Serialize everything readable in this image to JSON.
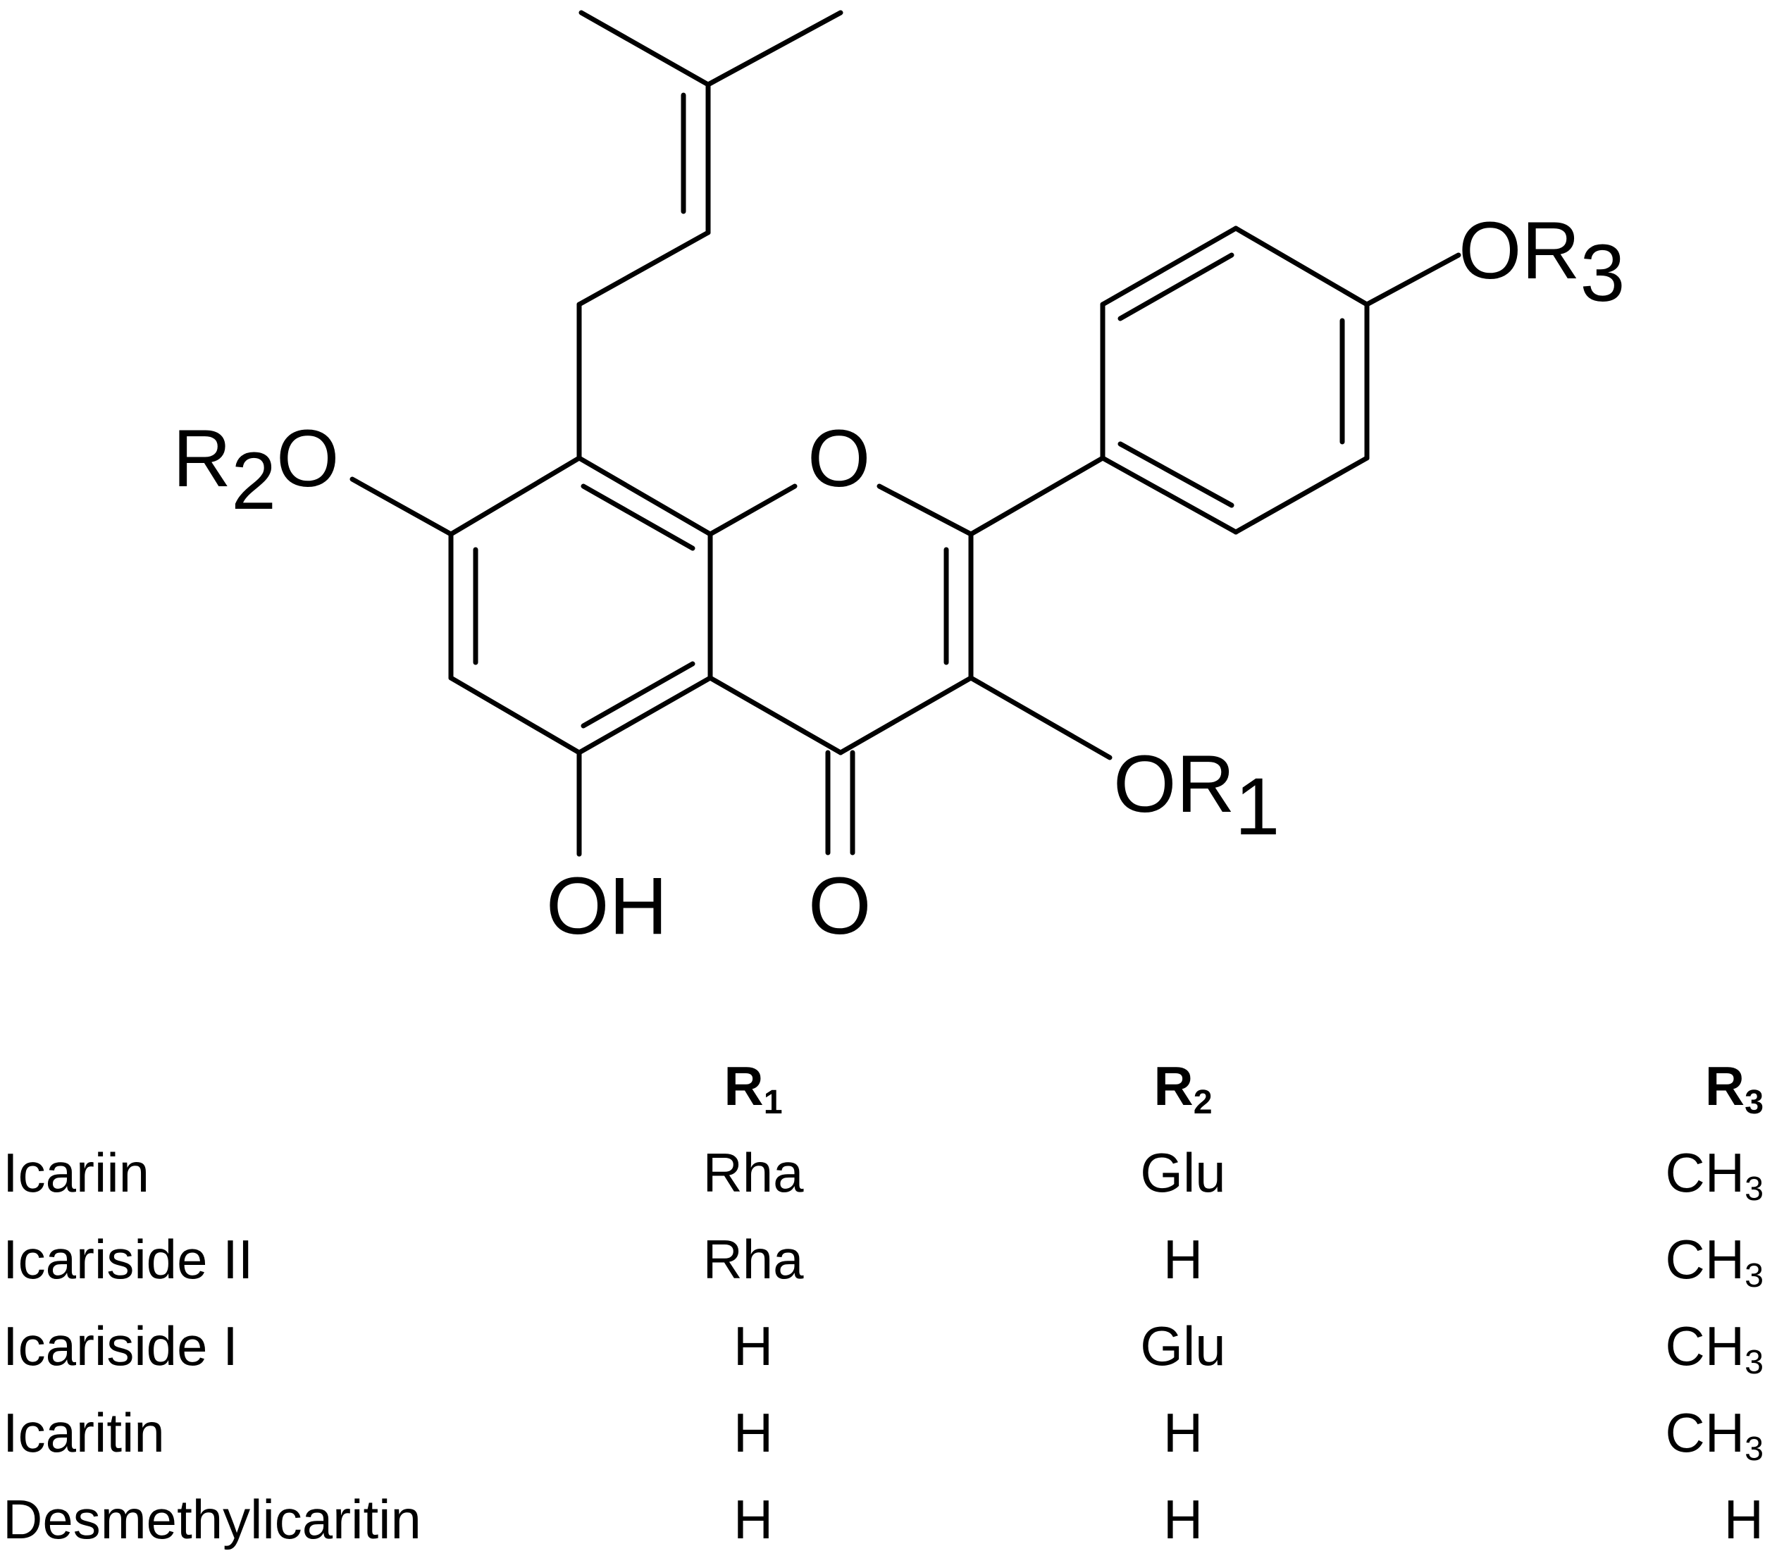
{
  "structure": {
    "labels": {
      "r2o": {
        "main": "R",
        "sub": "2",
        "tail": "O"
      },
      "ring_o": "O",
      "or3": {
        "main": "OR",
        "sub": "3"
      },
      "or1": {
        "main": "OR",
        "sub": "1"
      },
      "oh": "OH",
      "carbonyl_o": "O"
    }
  },
  "table": {
    "headers": [
      {
        "main": "",
        "sub": ""
      },
      {
        "main": "R",
        "sub": "1"
      },
      {
        "main": "R",
        "sub": "2"
      },
      {
        "main": "R",
        "sub": "3"
      }
    ],
    "rows": [
      {
        "name": "Icariin",
        "r1": {
          "main": "Rha",
          "sub": ""
        },
        "r2": {
          "main": "Glu",
          "sub": ""
        },
        "r3": {
          "main": "CH",
          "sub": "3"
        }
      },
      {
        "name": "Icariside II",
        "r1": {
          "main": "Rha",
          "sub": ""
        },
        "r2": {
          "main": "H",
          "sub": ""
        },
        "r3": {
          "main": "CH",
          "sub": "3"
        }
      },
      {
        "name": "Icariside I",
        "r1": {
          "main": "H",
          "sub": ""
        },
        "r2": {
          "main": "Glu",
          "sub": ""
        },
        "r3": {
          "main": "CH",
          "sub": "3"
        }
      },
      {
        "name": "Icaritin",
        "r1": {
          "main": "H",
          "sub": ""
        },
        "r2": {
          "main": "H",
          "sub": ""
        },
        "r3": {
          "main": "CH",
          "sub": "3"
        }
      },
      {
        "name": "Desmethylicaritin",
        "r1": {
          "main": "H",
          "sub": ""
        },
        "r2": {
          "main": "H",
          "sub": ""
        },
        "r3": {
          "main": "H",
          "sub": ""
        }
      }
    ]
  }
}
